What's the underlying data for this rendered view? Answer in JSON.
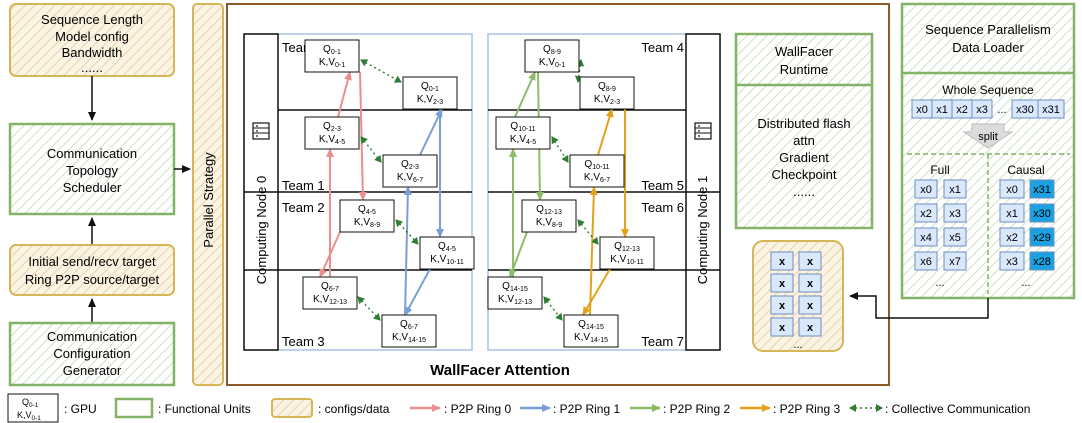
{
  "left_column": {
    "config_box": [
      "Sequence Length",
      "Model config",
      "Bandwidth",
      "......"
    ],
    "topology_box": [
      "Communication",
      "Topology",
      "Scheduler"
    ],
    "target_box": [
      "Initial send/recv target",
      "Ring P2P source/target"
    ],
    "config_gen_box": [
      "Communication",
      "Configuration",
      "Generator"
    ]
  },
  "parallel_strategy": "Parallel Strategy",
  "attention_title": "WallFacer Attention",
  "nodes": [
    "Computing Node 0",
    "Computing Node 1"
  ],
  "teams": [
    "Team 0",
    "Team 1",
    "Team 2",
    "Team 3",
    "Team 4",
    "Team 5",
    "Team 6",
    "Team 7"
  ],
  "gpus": [
    {
      "q": "Q",
      "qs": "0-1",
      "kv": "K,V",
      "kvs": "0-1"
    },
    {
      "q": "Q",
      "qs": "0-1",
      "kv": "K,V",
      "kvs": "2-3"
    },
    {
      "q": "Q",
      "qs": "2-3",
      "kv": "K,V",
      "kvs": "4-5"
    },
    {
      "q": "Q",
      "qs": "2-3",
      "kv": "K,V",
      "kvs": "6-7"
    },
    {
      "q": "Q",
      "qs": "4-5",
      "kv": "K,V",
      "kvs": "8-9"
    },
    {
      "q": "Q",
      "qs": "4-5",
      "kv": "K,V",
      "kvs": "10-11"
    },
    {
      "q": "Q",
      "qs": "6-7",
      "kv": "K,V",
      "kvs": "12-13"
    },
    {
      "q": "Q",
      "qs": "6-7",
      "kv": "K,V",
      "kvs": "14-15"
    },
    {
      "q": "Q",
      "qs": "8-9",
      "kv": "K,V",
      "kvs": "0-1"
    },
    {
      "q": "Q",
      "qs": "8-9",
      "kv": "K,V",
      "kvs": "2-3"
    },
    {
      "q": "Q",
      "qs": "10-11",
      "kv": "K,V",
      "kvs": "4-5"
    },
    {
      "q": "Q",
      "qs": "10-11",
      "kv": "K,V",
      "kvs": "6-7"
    },
    {
      "q": "Q",
      "qs": "12-13",
      "kv": "K,V",
      "kvs": "8-9"
    },
    {
      "q": "Q",
      "qs": "12-13",
      "kv": "K,V",
      "kvs": "10-11"
    },
    {
      "q": "Q",
      "qs": "14-15",
      "kv": "K,V",
      "kvs": "12-13"
    },
    {
      "q": "Q",
      "qs": "14-15",
      "kv": "K,V",
      "kvs": "14-15"
    }
  ],
  "runtime": {
    "title": [
      "WallFacer",
      "Runtime"
    ],
    "items": [
      "Distributed flash",
      "attn",
      "Gradient",
      "Checkpoint",
      "......"
    ]
  },
  "x_grid": {
    "cell": "x",
    "ellipsis": "..."
  },
  "loader": {
    "title": [
      "Sequence Parallelism",
      "Data Loader"
    ],
    "whole_sequence": "Whole Sequence",
    "seq_tokens": [
      "x0",
      "x1",
      "x2",
      "x3",
      "...",
      "x30",
      "x31"
    ],
    "split": "split",
    "full": {
      "label": "Full",
      "rows": [
        [
          "x0",
          "x1"
        ],
        [
          "x2",
          "x3"
        ],
        [
          "x4",
          "x5"
        ],
        [
          "x6",
          "x7"
        ]
      ],
      "ellipsis": "..."
    },
    "causal": {
      "label": "Causal",
      "rows": [
        [
          "x0",
          "x31"
        ],
        [
          "x1",
          "x30"
        ],
        [
          "x2",
          "x29"
        ],
        [
          "x3",
          "x28"
        ]
      ],
      "ellipsis": "..."
    }
  },
  "legend": {
    "gpu_q": "Q",
    "gpu_qs": "0-1",
    "gpu_kv": "K,V",
    "gpu_kvs": "0-1",
    "gpu": ": GPU",
    "functional": ": Functional Units",
    "configs": ": configs/data",
    "ring0": ": P2P Ring 0",
    "ring1": ": P2P Ring 1",
    "ring2": ": P2P Ring 2",
    "ring3": ": P2P Ring 3",
    "collective": ": Collective Communication"
  },
  "colors": {
    "green_border": "#82b366",
    "config_fill": "#f5e6c8",
    "orange_border": "#d6b656",
    "brown_border": "#8b5a2b",
    "blue_panel": "#6c8ebf",
    "x_fill": "#dae8fc",
    "x_dark": "#1ba1e2",
    "ring0": "#ea8f8f",
    "ring1": "#7c9fd1",
    "ring2": "#8dbb6a",
    "ring3": "#e3a21a",
    "collective": "#2e7d32"
  }
}
